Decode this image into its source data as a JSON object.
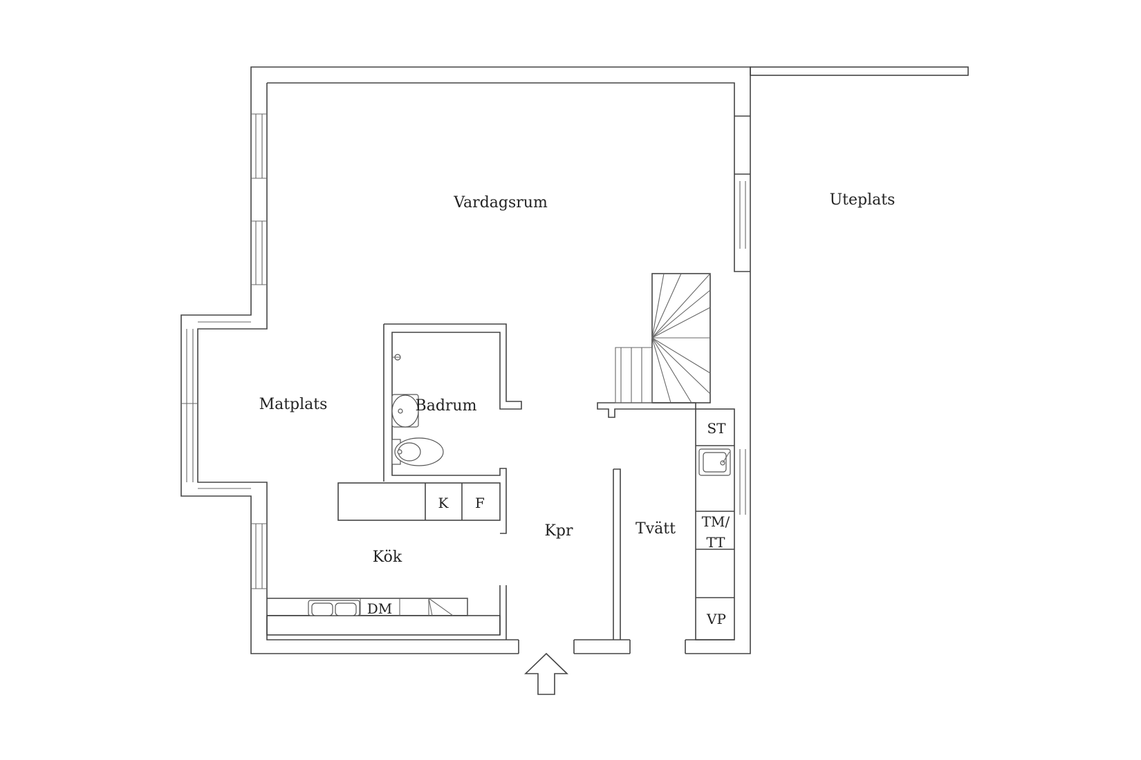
{
  "rooms": {
    "vardagsrum": "Vardagsrum",
    "uteplats": "Uteplats",
    "matplats": "Matplats",
    "badrum": "Badrum",
    "kok": "Kök",
    "kpr": "Kpr",
    "tvatt": "Tvätt"
  },
  "appliances": {
    "k": "K",
    "f": "F",
    "dm": "DM",
    "st": "ST",
    "tm": "TM/",
    "tt": "TT",
    "vp": "VP"
  },
  "symbols": {
    "entrance": "entrance-arrow-icon",
    "stairs": "spiral-stairs-icon",
    "sink": "sink-icon",
    "toilet": "toilet-icon"
  }
}
